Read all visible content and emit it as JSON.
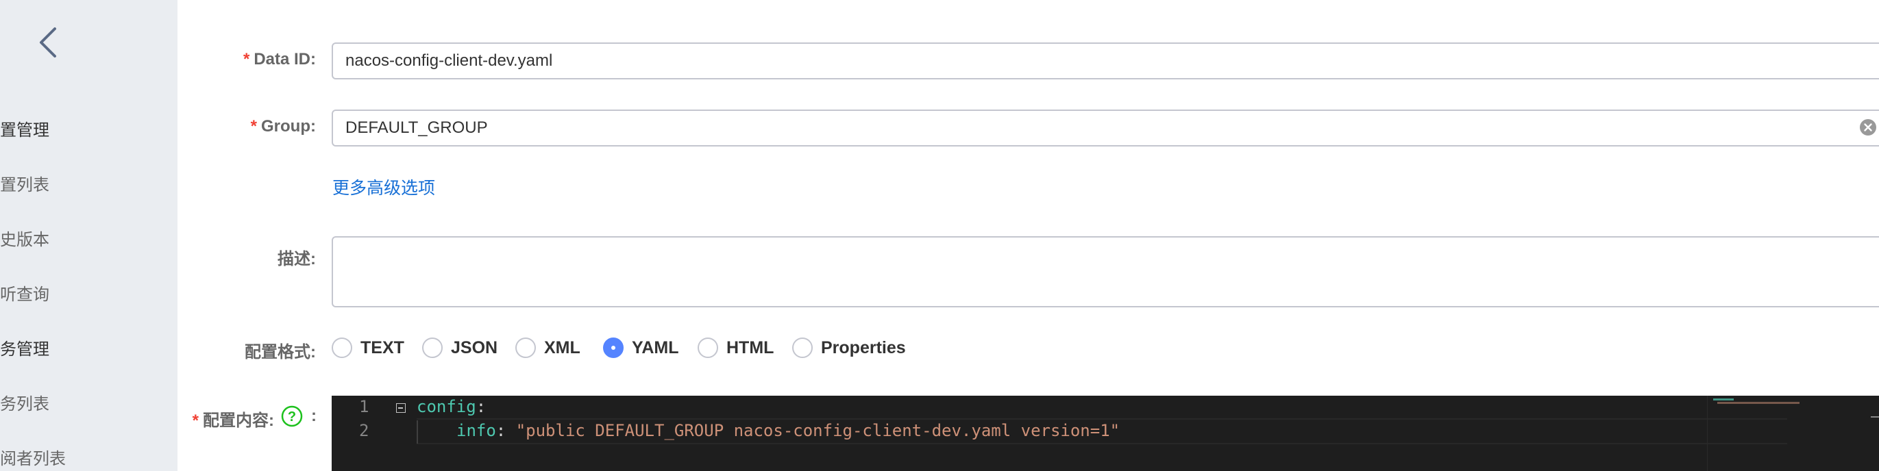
{
  "sidebar": {
    "items": [
      {
        "label": "置管理",
        "group": true
      },
      {
        "label": "置列表",
        "group": false
      },
      {
        "label": "史版本",
        "group": false
      },
      {
        "label": "听查询",
        "group": false
      },
      {
        "label": "务管理",
        "group": true
      },
      {
        "label": "务列表",
        "group": false
      },
      {
        "label": "阅者列表",
        "group": false
      }
    ]
  },
  "form": {
    "data_id": {
      "label": "Data ID:",
      "required_mark": "*",
      "value": "nacos-config-client-dev.yaml"
    },
    "group": {
      "label": "Group:",
      "required_mark": "*",
      "value": "DEFAULT_GROUP"
    },
    "advanced_link": "更多高级选项",
    "description": {
      "label": "描述:",
      "value": ""
    },
    "format": {
      "label": "配置格式:",
      "options": [
        "TEXT",
        "JSON",
        "XML",
        "YAML",
        "HTML",
        "Properties"
      ],
      "selected": "YAML"
    },
    "content": {
      "label": "配置内容:",
      "required_mark": "*",
      "help_glyph": "?",
      "colon": ":"
    }
  },
  "editor": {
    "line_numbers": [
      "1",
      "2"
    ],
    "lines": [
      {
        "key": "config",
        "punc": ":",
        "str": ""
      },
      {
        "key": "info",
        "punc": ": ",
        "str": "\"public DEFAULT_GROUP nacos-config-client-dev.yaml version=1\""
      }
    ]
  },
  "colors": {
    "accent": "#5584ff",
    "link": "#1870d6",
    "required": "#f04134",
    "help": "#1dc11d",
    "editor_bg": "#1e1e1e"
  },
  "icons": {
    "back": "chevron-left-icon",
    "clear": "clear-circle-icon",
    "help": "question-circle-icon",
    "fold": "fold-minus-icon"
  }
}
